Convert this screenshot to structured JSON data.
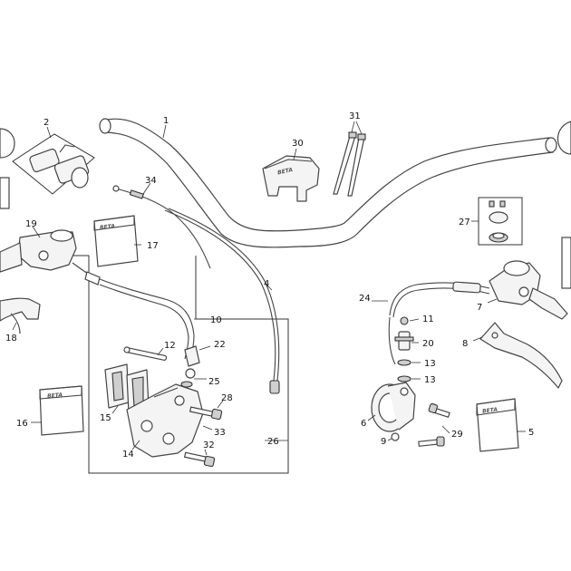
{
  "callouts": {
    "c1": "1",
    "c2": "2",
    "c4": "4",
    "c5": "5",
    "c6": "6",
    "c7": "7",
    "c8": "8",
    "c9": "9",
    "c10": "10",
    "c11": "11",
    "c12": "12",
    "c13a": "13",
    "c13b": "13",
    "c14": "14",
    "c15": "15",
    "c16": "16",
    "c17": "17",
    "c18": "18",
    "c19": "19",
    "c20": "20",
    "c22": "22",
    "c24": "24",
    "c25": "25",
    "c26": "26",
    "c27": "27",
    "c28": "28",
    "c29": "29",
    "c30": "30",
    "c31": "31",
    "c32": "32",
    "c33": "33",
    "c34": "34"
  },
  "brand_marks": {
    "bag_17": "BETA",
    "bag_16": "BETA",
    "bag_5": "BETA",
    "clamp_30": "BETA"
  },
  "colors": {
    "line": "#444444",
    "fill": "#f4f4f4",
    "shade": "#cfcfcf"
  }
}
